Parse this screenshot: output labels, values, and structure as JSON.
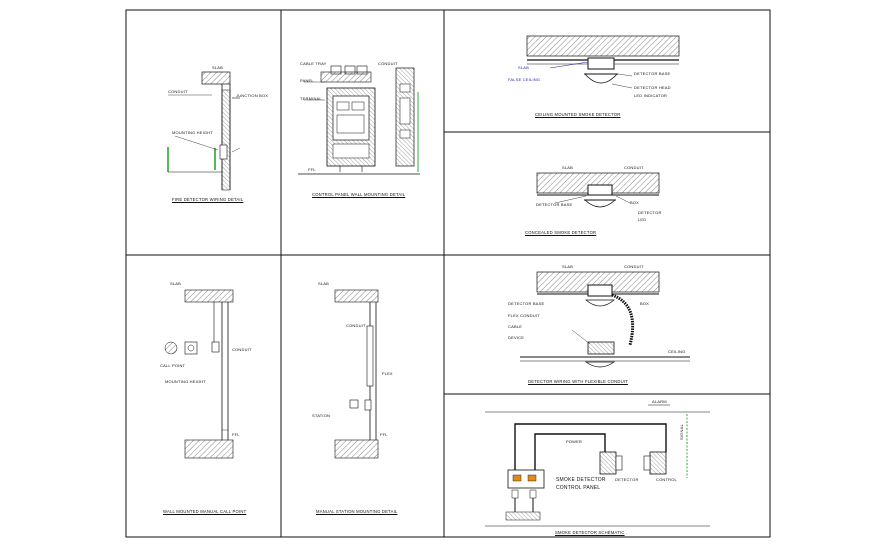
{
  "sheet": {
    "title_block": "",
    "panels": [
      {
        "id": "p1",
        "caption": "FIRE DETECTOR WIRING DETAIL",
        "labels": {
          "top": "SLAB",
          "note1": "CONDUIT",
          "note2": "JUNCTION BOX",
          "note3": "MOUNTING HEIGHT"
        }
      },
      {
        "id": "p2",
        "caption": "CONTROL PANEL WALL MOUNTING DETAIL",
        "labels": {
          "top1": "CABLE TRAY",
          "top2": "CONDUIT",
          "left1": "PANEL",
          "left2": "TERMINAL",
          "floor": "FFL"
        }
      },
      {
        "id": "p3",
        "caption": "CEILING MOUNTED SMOKE DETECTOR",
        "labels": {
          "l1": "SLAB",
          "l2": "FALSE CEILING",
          "r1": "DETECTOR BASE",
          "r2": "DETECTOR HEAD",
          "r3": "LED INDICATOR"
        }
      },
      {
        "id": "p4",
        "caption": "CONCEALED SMOKE DETECTOR",
        "labels": {
          "t1": "SLAB",
          "t2": "CONDUIT",
          "l1": "DETECTOR BASE",
          "r1": "BOX",
          "r2": "DETECTOR",
          "r3": "LED"
        }
      },
      {
        "id": "p5",
        "caption": "WALL MOUNTED MANUAL CALL POINT",
        "labels": {
          "top": "SLAB",
          "l1": "CALL POINT",
          "l2": "MOUNTING HEIGHT",
          "r1": "CONDUIT",
          "floor": "FFL"
        }
      },
      {
        "id": "p6",
        "caption": "MANUAL STATION MOUNTING DETAIL",
        "labels": {
          "top": "SLAB",
          "l1": "CONDUIT",
          "l2": "STATION",
          "r1": "FLEX",
          "floor": "FFL"
        }
      },
      {
        "id": "p7",
        "caption": "DETECTOR WIRING WITH FLEXIBLE CONDUIT",
        "labels": {
          "t1": "SLAB",
          "t2": "CONDUIT",
          "l1": "DETECTOR BASE",
          "l2": "FLEX CONDUIT",
          "l3": "CABLE",
          "l4": "DEVICE",
          "r1": "BOX",
          "r2": "CEILING"
        }
      },
      {
        "id": "p8",
        "caption": "SMOKE DETECTOR SCHEMATIC",
        "labels": {
          "panel": "SMOKE DETECTOR",
          "panel2": "CONTROL PANEL",
          "top": "ALARM",
          "left": "POWER",
          "mid": "DETECTOR",
          "right": "CONTROL",
          "side": "SIGNAL"
        }
      }
    ]
  },
  "colors": {
    "line": "#1a1a1a",
    "hatch": "#333333",
    "blue": "#1a1aa8",
    "green": "#1fa01f",
    "orange": "#e58a1a"
  }
}
